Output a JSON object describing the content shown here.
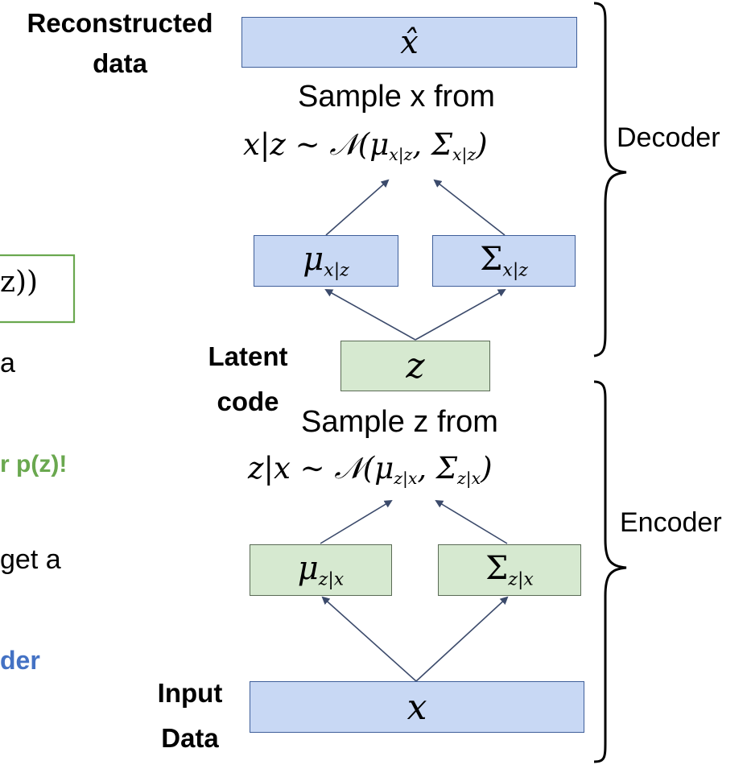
{
  "left_fragments": {
    "formula_tail": "z))",
    "line_a": "a",
    "green_text": "r p(z)!",
    "line_get": "get a",
    "blue_text": "der"
  },
  "labels": {
    "reconstructed_data": [
      "Reconstructed",
      "data"
    ],
    "latent_code": [
      "Latent",
      "code"
    ],
    "input_data": [
      "Input",
      "Data"
    ],
    "decoder": "Decoder",
    "encoder": "Encoder",
    "sample_x": "Sample x from",
    "sample_z": "Sample z from"
  },
  "math": {
    "x_hat": "x̂",
    "z": "z",
    "x": "x",
    "mu_xz": {
      "symbol": "μ",
      "sub": "x|z"
    },
    "sigma_xz": {
      "symbol": "Σ",
      "sub": "x|z"
    },
    "mu_zx": {
      "symbol": "μ",
      "sub": "z|x"
    },
    "sigma_zx": {
      "symbol": "Σ",
      "sub": "z|x"
    },
    "dist_x": "x|z ∼ 𝒩(μ",
    "dist_x_sub1": "x|z",
    "dist_x_mid": ", Σ",
    "dist_x_sub2": "x|z",
    "dist_x_end": ")",
    "dist_z": "z|x ∼ 𝒩(μ",
    "dist_z_sub1": "z|x",
    "dist_z_mid": ", Σ",
    "dist_z_sub2": "z|x",
    "dist_z_end": ")"
  },
  "colors": {
    "blue_box": "#c8d8f4",
    "green_box": "#d6e9d0",
    "green_text": "#6aa84f",
    "blue_text": "#4472c4",
    "arrow": "#3b4a6b"
  }
}
